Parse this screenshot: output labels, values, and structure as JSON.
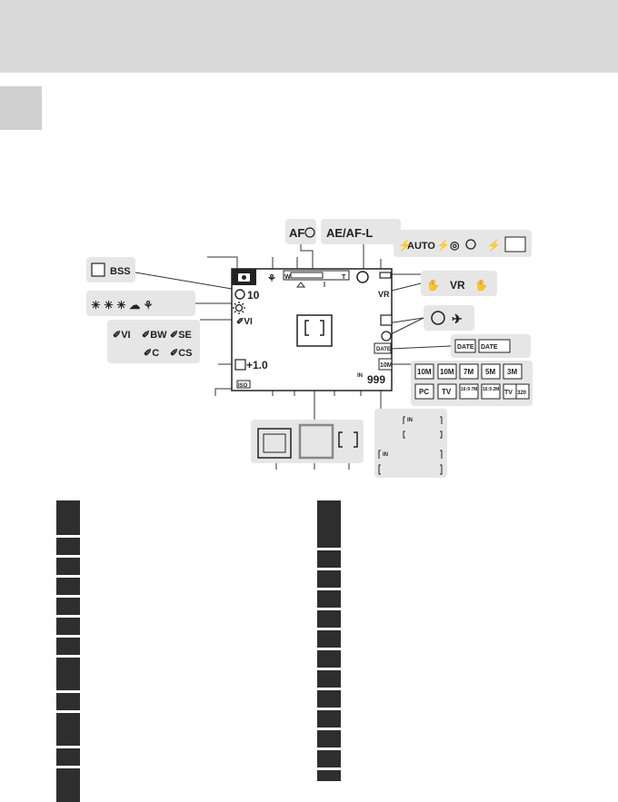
{
  "header": {
    "band_color": "#d9d9d9"
  },
  "side_tab": {
    "color": "#d0d0d0"
  },
  "screen": {
    "af_icon": "AF",
    "ae_af_lock": "AE/AF-L",
    "flash_auto": "AUTO",
    "exposure_comp": "+1.0",
    "self_timer": "10",
    "frames_remaining": "999",
    "internal_memory": "IN",
    "bss": "BSS",
    "image_size": "10M",
    "date_label": "DATE",
    "zoom_w": "W",
    "zoom_t": "T",
    "iso": "ISO"
  },
  "callouts": {
    "continuous": [
      "BSS"
    ],
    "color_options": [
      "VI",
      "BW",
      "SE",
      "C",
      "CS"
    ],
    "vr_icons": [
      "VR"
    ],
    "date_icons": [
      "DATE",
      "DATE"
    ],
    "image_modes": [
      "10M",
      "10M",
      "7M",
      "5M",
      "3M",
      "PC",
      "TV",
      "16:9 7M",
      "16:9 2M",
      "TV",
      "320"
    ],
    "memory": [
      "IN",
      "IN"
    ]
  },
  "key_boxes": {
    "color": "#2e2e2e",
    "left_count": 12,
    "right_count": 13
  }
}
